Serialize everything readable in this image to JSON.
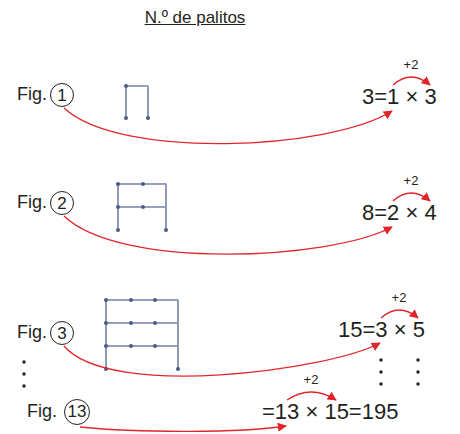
{
  "diagram": {
    "title": "N.º de palitos",
    "nodes": [
      {
        "text": [
          "1"
        ]
      },
      {
        "text": [
          "2"
        ]
      },
      {
        "text": [
          "3"
        ]
      },
      {
        "text": [
          "13"
        ]
      }
    ],
    "labels": [
      "Fig.",
      "3=1 × 3",
      "+2",
      "Fig.",
      "8=2 × 4",
      "+2",
      "Fig.",
      "15=3 × 5",
      "+2",
      "Fig.",
      "=13 × 15=195",
      "+2"
    ]
  }
}
